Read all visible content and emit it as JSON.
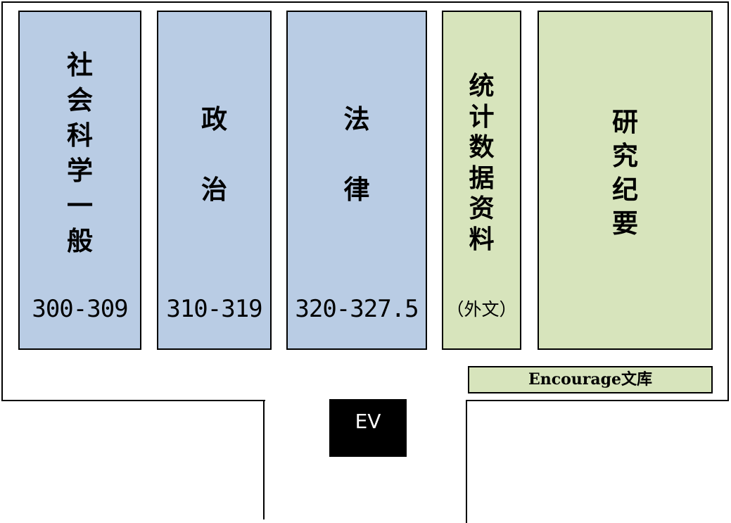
{
  "colors": {
    "blue_shelf": "#b9cce4",
    "green_shelf": "#d7e4bc",
    "wall": "#000000",
    "elevator": "#000000"
  },
  "shelves": [
    {
      "label": "社\n会\n科\n学\n一\n般",
      "range": "300-309",
      "color": "#b9cce4"
    },
    {
      "label": "政\n治",
      "range": "310-319",
      "color": "#b9cce4"
    },
    {
      "label": "法\n律",
      "range": "320-327.5",
      "color": "#b9cce4"
    },
    {
      "label": "统\n计\n数\n据\n资\n料",
      "note": "（外文）",
      "color": "#d7e4bc"
    },
    {
      "label": "研\n究\n纪\n要",
      "color": "#d7e4bc"
    }
  ],
  "encourage": {
    "label": "Encourage文库",
    "color": "#d7e4bc"
  },
  "elevator": {
    "label": "EV"
  }
}
